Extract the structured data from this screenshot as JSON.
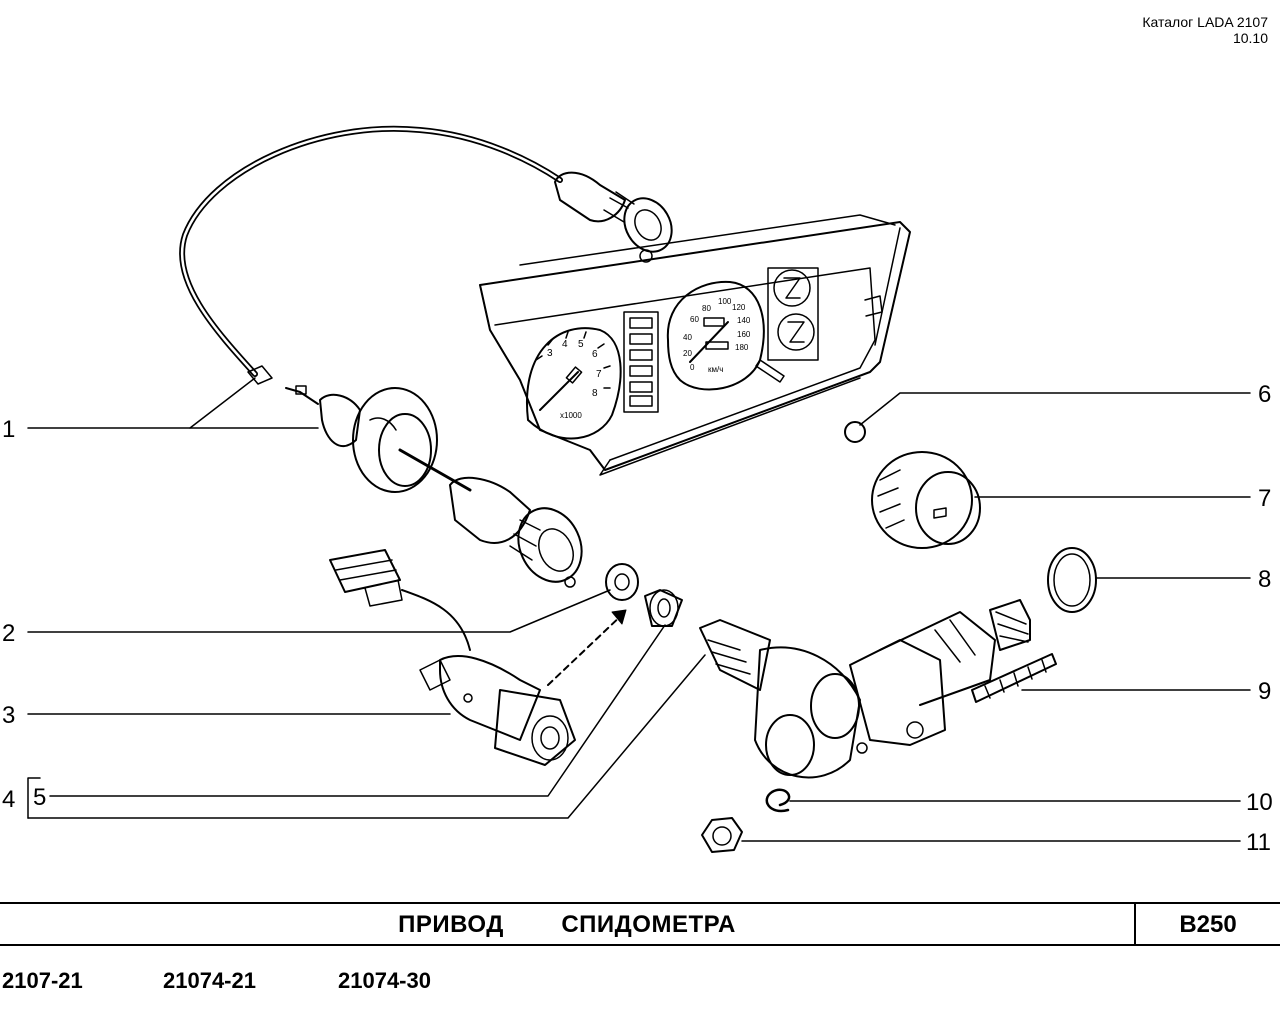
{
  "header": {
    "catalog": "Каталог LADA 2107",
    "date": "10.10"
  },
  "callouts": [
    "1",
    "2",
    "3",
    "4",
    "5",
    "6",
    "7",
    "8",
    "9",
    "10",
    "11"
  ],
  "panel": {
    "tacho_marks": [
      "3",
      "4",
      "5",
      "6",
      "7",
      "8"
    ],
    "tacho_unit": "x1000",
    "speedo_marks": [
      "0",
      "20",
      "40",
      "60",
      "80",
      "100",
      "120",
      "140",
      "160",
      "180"
    ],
    "speedo_unit": "км/ч"
  },
  "title_block": {
    "title": "ПРИВОД   СПИДОМЕТРА",
    "code": "B250"
  },
  "models": [
    "2107-21",
    "21074-21",
    "21074-30"
  ]
}
